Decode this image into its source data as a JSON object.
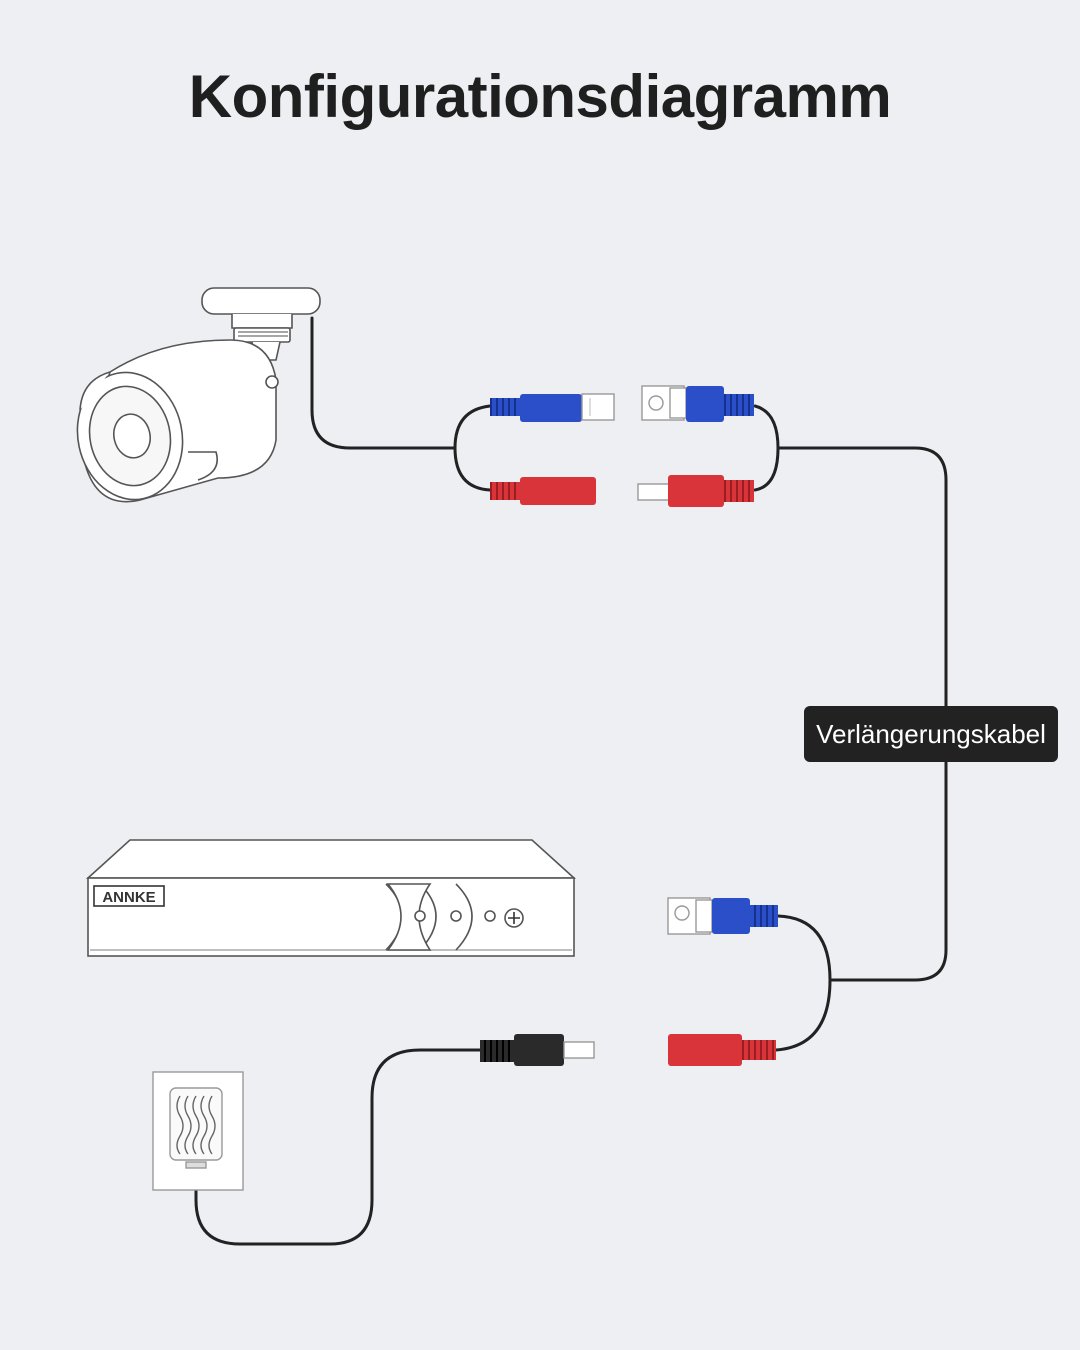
{
  "title": "Konfigurationsdiagramm",
  "cable_label": "Verlängerungskabel",
  "dvr_brand": "ANNKE",
  "colors": {
    "background": "#eeeff3",
    "line": "#222222",
    "video_connector": "#2a4fc8",
    "power_connector": "#d8343a",
    "power_adapter_plug": "#2a2a2a",
    "label_bg": "#222222",
    "label_text": "#ffffff"
  },
  "components": [
    {
      "id": "camera",
      "icon": "bullet-camera-icon"
    },
    {
      "id": "camera_pigtail",
      "icon": "bnc-dc-female-connectors"
    },
    {
      "id": "extension_cable",
      "icon": "bnc-dc-cable"
    },
    {
      "id": "dvr",
      "icon": "dvr-recorder-icon"
    },
    {
      "id": "power_adapter",
      "icon": "wall-power-adapter-icon"
    }
  ]
}
